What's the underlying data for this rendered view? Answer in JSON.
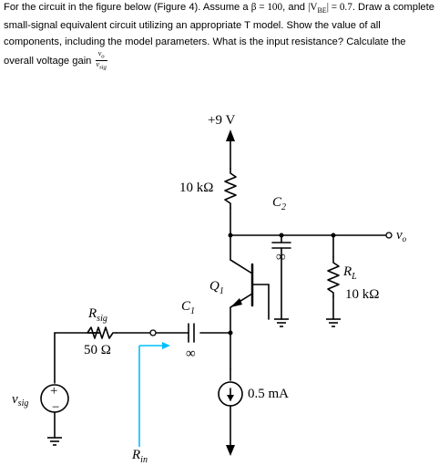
{
  "problem": {
    "part1": "For the circuit in the figure below (Figure 4). Assume a ",
    "beta_expr": "β = 100",
    "part2": ", and ",
    "vbe_expr": "|V",
    "vbe_sub": "BE",
    "vbe_rest": "| = 0.7",
    "part3": ". Draw a complete small-signal equivalent circuit utilizing an appropriate T model. Show the value of all components, including the model parameters. What is the input resistance? Calculate the overall voltage gain",
    "gain_num": "v",
    "gain_num_sub": "o",
    "gain_den": "v",
    "gain_den_sub": "sig"
  },
  "circuit": {
    "supply_label": "+9 V",
    "rc_label": "10 kΩ",
    "c2_label": "C",
    "c2_sub": "2",
    "c2_value": "∞",
    "vo_label": "v",
    "vo_sub": "o",
    "rl_label": "R",
    "rl_sub": "L",
    "rl_value": "10 kΩ",
    "q1_label": "Q",
    "q1_sub": "1",
    "c1_label": "C",
    "c1_sub": "1",
    "c1_value": "∞",
    "rsig_label": "R",
    "rsig_sub": "sig",
    "rsig_value": "50 Ω",
    "vsig_label": "v",
    "vsig_sub": "sig",
    "current_source_label": "0.5 mA",
    "rin_label": "R",
    "rin_sub": "in"
  },
  "colors": {
    "wire": "#000000",
    "rin_arrow": "#00bfff"
  }
}
